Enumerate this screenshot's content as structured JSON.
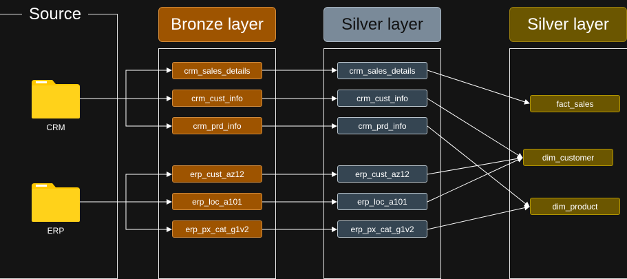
{
  "source": {
    "title": "Source",
    "systems": [
      {
        "label": "CRM",
        "icon": "folder-icon"
      },
      {
        "label": "ERP",
        "icon": "folder-icon"
      }
    ]
  },
  "layers": {
    "bronze": {
      "title": "Bronze layer",
      "color": "#9e5400"
    },
    "silver": {
      "title": "Silver layer",
      "color": "#7a8a99"
    },
    "gold": {
      "title": "Silver layer",
      "color": "#6b5600"
    }
  },
  "bronze_tables": [
    "crm_sales_details",
    "crm_cust_info",
    "crm_prd_info",
    "erp_cust_az12",
    "erp_loc_a101",
    "erp_px_cat_g1v2"
  ],
  "silver_tables": [
    "crm_sales_details",
    "crm_cust_info",
    "crm_prd_info",
    "erp_cust_az12",
    "erp_loc_a101",
    "erp_px_cat_g1v2"
  ],
  "gold_tables": [
    "fact_sales",
    "dim_customer",
    "dim_product"
  ],
  "colors": {
    "folder": "#ffc800",
    "line": "#ffffff",
    "background": "#141414"
  }
}
